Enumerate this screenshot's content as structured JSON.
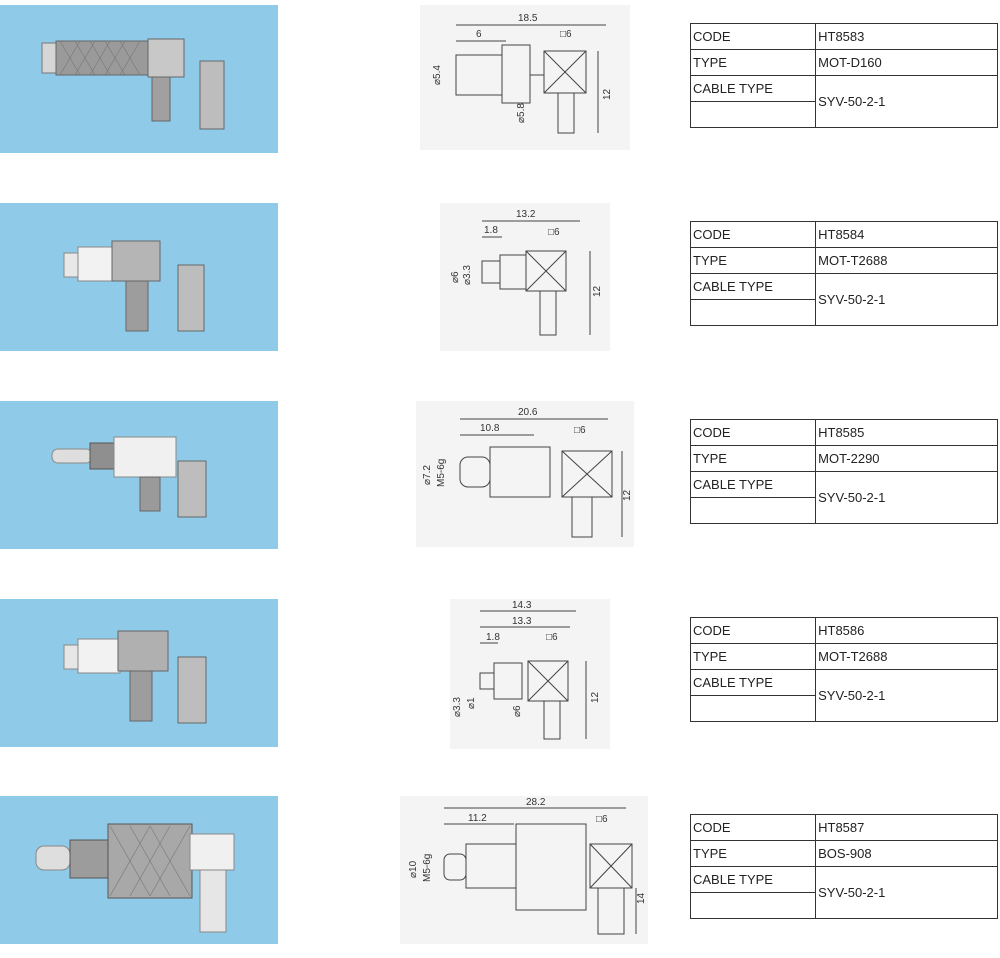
{
  "products": [
    {
      "labels": {
        "code": "CODE",
        "type": "TYPE",
        "cable": "CABLE TYPE"
      },
      "code": "HT8583",
      "type": "MOT-D160",
      "cable": "SYV-50-2-1",
      "dims": {
        "a": "18.5",
        "b": "6",
        "c": "□6",
        "d": "⌀5.4",
        "e": "⌀5.8",
        "f": "12"
      }
    },
    {
      "labels": {
        "code": "CODE",
        "type": "TYPE",
        "cable": "CABLE TYPE"
      },
      "code": "HT8584",
      "type": "MOT-T2688",
      "cable": "SYV-50-2-1",
      "dims": {
        "a": "13.2",
        "b": "1.8",
        "c": "□6",
        "d": "⌀6",
        "e": "⌀3.3",
        "f": "12"
      }
    },
    {
      "labels": {
        "code": "CODE",
        "type": "TYPE",
        "cable": "CABLE TYPE"
      },
      "code": "HT8585",
      "type": "MOT-2290",
      "cable": "SYV-50-2-1",
      "dims": {
        "a": "20.6",
        "b": "10.8",
        "c": "□6",
        "d": "⌀7.2",
        "e": "M5-6g",
        "f": "12"
      }
    },
    {
      "labels": {
        "code": "CODE",
        "type": "TYPE",
        "cable": "CABLE TYPE"
      },
      "code": "HT8586",
      "type": "MOT-T2688",
      "cable": "SYV-50-2-1",
      "dims": {
        "a": "14.3",
        "b": "13.3",
        "c": "1.8",
        "d": "□6",
        "e": "⌀3.3",
        "f": "⌀1",
        "g": "⌀6",
        "h": "12"
      }
    },
    {
      "labels": {
        "code": "CODE",
        "type": "TYPE",
        "cable": "CABLE TYPE"
      },
      "code": "HT8587",
      "type": "BOS-908",
      "cable": "SYV-50-2-1",
      "dims": {
        "a": "28.2",
        "b": "11.2",
        "c": "□6",
        "d": "⌀10",
        "e": "M5-6g",
        "f": "14"
      }
    }
  ],
  "colors": {
    "photo_bg": "#8fcbe8",
    "drawing_bg": "#f4f4f4",
    "table_border": "#333333"
  }
}
